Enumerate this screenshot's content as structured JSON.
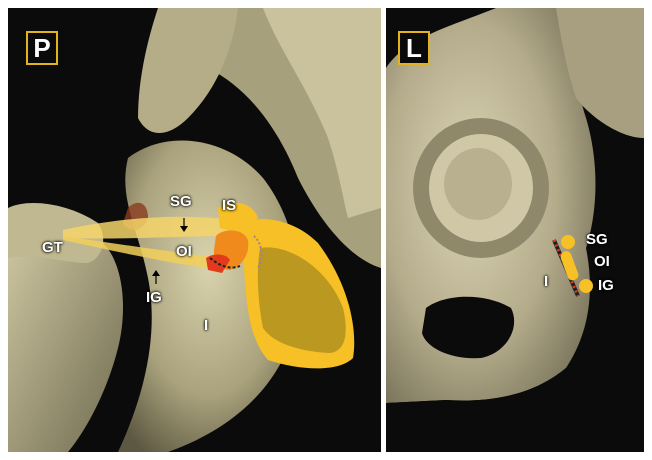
{
  "views": {
    "left": {
      "label": "P"
    },
    "right": {
      "label": "L"
    }
  },
  "labels": {
    "left": {
      "sg": "SG",
      "is": "IS",
      "gt": "GT",
      "oi": "OI",
      "ig": "IG",
      "i": "I"
    },
    "right": {
      "sg": "SG",
      "oi": "OI",
      "ig": "IG",
      "i": "I"
    }
  },
  "colors": {
    "bone": "#b9b38f",
    "muscle_yellow": "#f6c026",
    "muscle_orange": "#f08a1c",
    "obturator_red": "#e23a1a",
    "badge_border": "#e2b21f"
  }
}
